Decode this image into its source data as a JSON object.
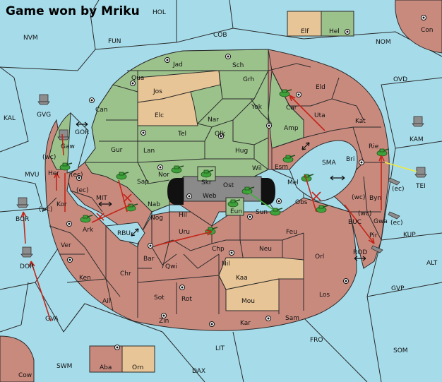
{
  "title": "Game won by Mriku",
  "colors": {
    "sea": "#a6dcea",
    "player_green": "#9cc28c",
    "player_red": "#c98a7e",
    "neutral": "#e8c596",
    "impassable": "#8a8a8a",
    "order_arrow": "#c4261a"
  },
  "labels": {
    "NVM": "NVM",
    "HOL": "HOL",
    "FUN": "FUN",
    "COB": "COB",
    "NOM": "NOM",
    "Con": "Con",
    "Elf": "Elf",
    "Hel": "Hel",
    "KAL": "KAL",
    "GVG": "GVG",
    "OVD": "OVD",
    "KAM": "KAM",
    "TEI": "TEI",
    "MVU": "MVU",
    "GOR": "GOR",
    "BOR": "BOR",
    "DOR": "DOR",
    "MIT": "MIT",
    "RBU": "RBU",
    "SMA": "SMA",
    "BUC": "BUC",
    "KUP": "KUP",
    "ROD": "ROD",
    "ALT": "ALT",
    "GVP": "GVP",
    "GVA": "GVA",
    "SWM": "SWM",
    "LIT": "LIT",
    "FRO": "FRO",
    "SOM": "SOM",
    "DAX": "DAX",
    "Cow": "Cow",
    "Aba": "Aba",
    "Orn": "Orn",
    "Jad": "Jad",
    "Sch": "Sch",
    "Qua": "Qua",
    "Jos": "Jos",
    "Grh": "Grh",
    "Car": "Car",
    "Eld": "Eld",
    "Can": "Can",
    "Elc": "Elc",
    "Nar": "Nar",
    "Yok": "Yok",
    "Uta": "Uta",
    "Kat": "Kat",
    "Tel": "Tel",
    "Olk": "Olk",
    "Amp": "Amp",
    "Gaw": "Gaw",
    "Gur": "Gur",
    "Lan": "Lan",
    "Hug": "Hug",
    "Bri": "Bri",
    "Rie": "Rie",
    "Her": "Her",
    "Nor": "Nor",
    "Skr": "Skr",
    "Wil": "Wil",
    "Esm": "Esm",
    "Sap": "Sap",
    "Ost": "Ost",
    "Web": "Web",
    "Mel": "Mel",
    "Kor": "Kor",
    "Nab": "Nab",
    "Eun": "Eun",
    "Sun": "Sun",
    "Obs": "Obs",
    "Byn": "Byn",
    "Hil": "Hil",
    "Nog": "Nog",
    "Gwa": "Gwa",
    "Ark": "Ark",
    "Uru": "Uru",
    "Feu": "Feu",
    "Pir": "Pir",
    "Ver": "Ver",
    "Chp": "Chp",
    "Neu": "Neu",
    "Orl": "Orl",
    "Bar": "Bar",
    "Qwi": "Qwi",
    "Nil": "Nil",
    "Ken": "Ken",
    "Chr": "Chr",
    "Kaa": "Kaa",
    "Sot": "Sot",
    "Rot": "Rot",
    "Mou": "Mou",
    "Los": "Los",
    "Ail": "Ail",
    "Zin": "Zin",
    "Kar": "Kar",
    "Sam": "Sam",
    "wc": "(wc)",
    "ec": "(ec)"
  }
}
